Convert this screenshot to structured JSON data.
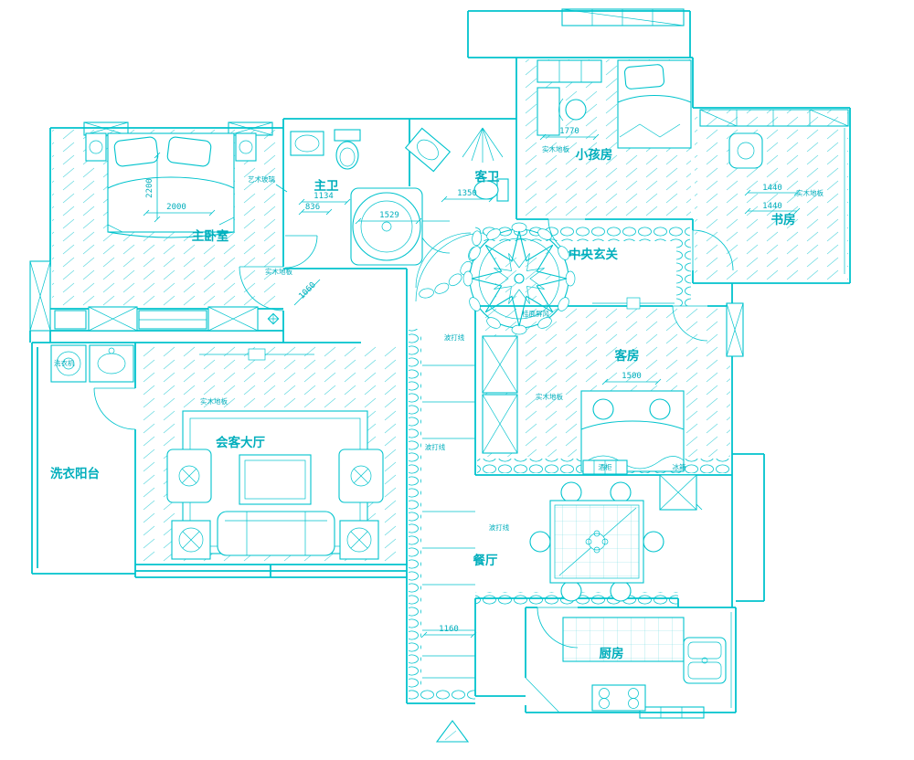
{
  "drawing": {
    "type": "apartment floor plan (CAD)",
    "line_color": "#00c3cd",
    "background": "#ffffff"
  },
  "rooms": {
    "master_bedroom": "主卧室",
    "master_bath": "主卫",
    "guest_bath": "客卫",
    "kids_room": "小孩房",
    "study": "书房",
    "central_foyer": "中央玄关",
    "guest_room": "客房",
    "living_room": "会客大厅",
    "laundry_balcony": "洗衣阳台",
    "dining_room": "餐厅",
    "kitchen": "厨房"
  },
  "annotations": {
    "wood_floor": "实木地板",
    "art_glass": "艺术玻璃",
    "border_line": "波打线",
    "screen_partition": "桂面屏风",
    "wine_cabinet": "酒柜",
    "fridge": "冰箱",
    "washing_machine": "洗衣机"
  },
  "dims": {
    "master_width": "2000",
    "master_depth": "2200",
    "master_bath_width": "1134",
    "master_bath_inner": "836",
    "tub_width": "1529",
    "guest_bath_width": "1350",
    "kids_width": "1770",
    "study_dim_1": "1440",
    "study_dim_2": "1440",
    "guest_bed_width": "1500",
    "hall_diag": "1060",
    "passage_width": "1160"
  }
}
